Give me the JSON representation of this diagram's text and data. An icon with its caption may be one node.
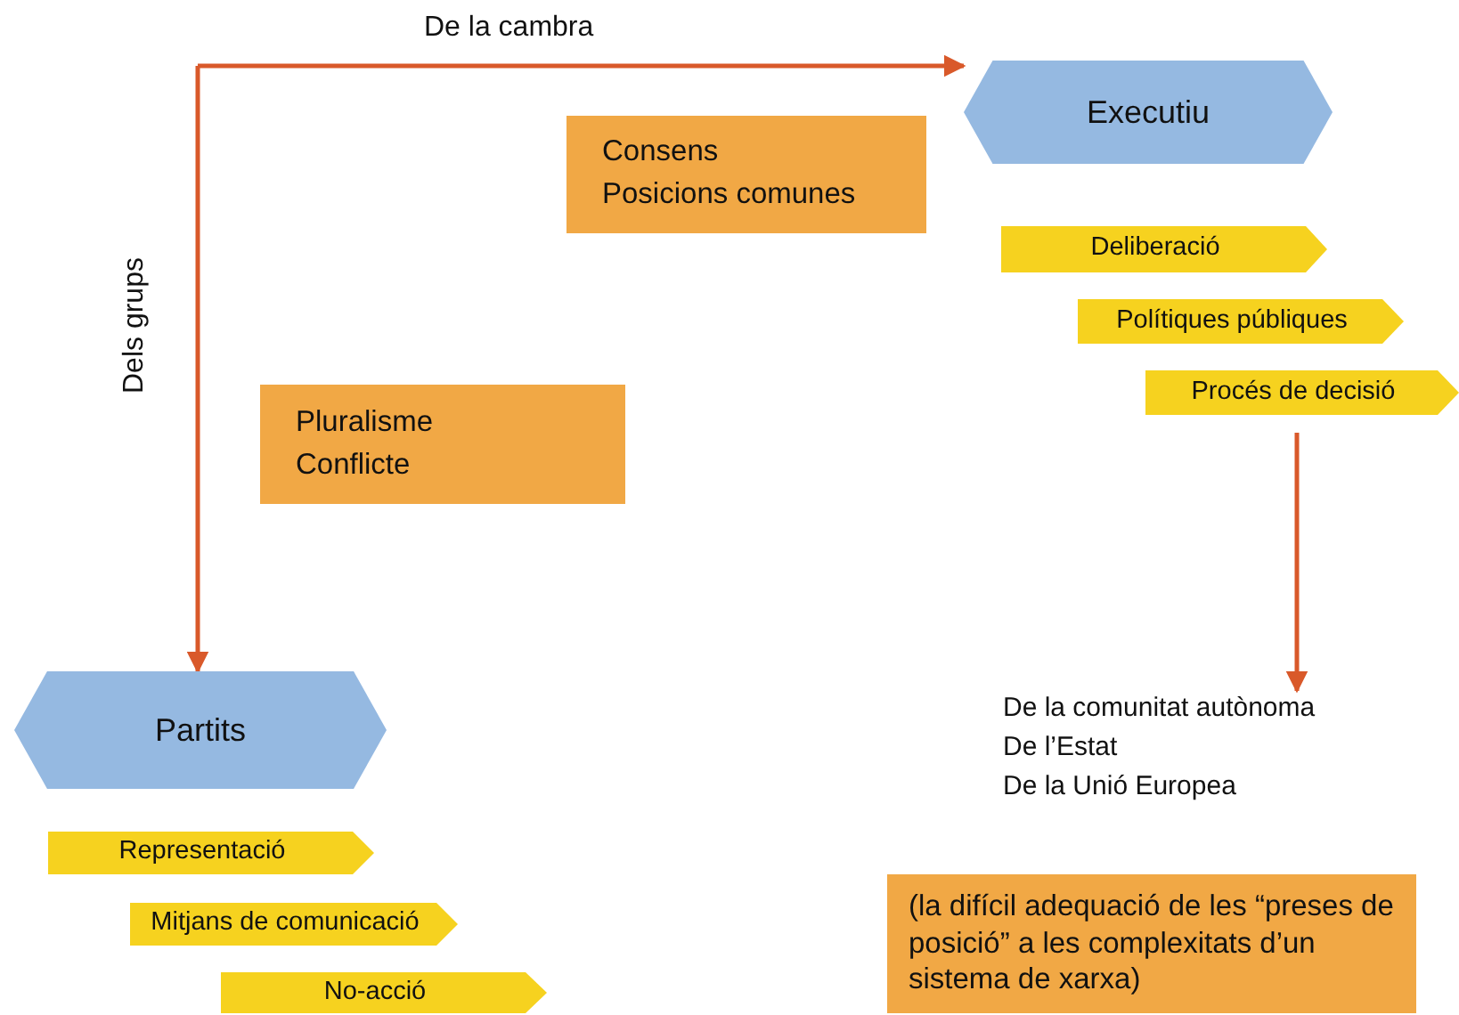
{
  "diagram": {
    "nodes": [
      {
        "text": [
          "Executiu"
        ]
      },
      {
        "text": [
          "Consens",
          "Posicions comunes"
        ]
      },
      {
        "text": [
          "Deliberació"
        ]
      },
      {
        "text": [
          "Polítiques públiques"
        ]
      },
      {
        "text": [
          "Procés de decisió"
        ]
      },
      {
        "text": [
          "Pluralisme",
          "Conflicte"
        ]
      },
      {
        "text": [
          "Partits"
        ]
      },
      {
        "text": [
          "Representació"
        ]
      },
      {
        "text": [
          "Mitjans de comunicació"
        ]
      },
      {
        "text": [
          "No-acció"
        ]
      },
      {
        "text": [
          "De la comunitat autònoma",
          "De l’Estat",
          "De la Unió Europea"
        ]
      },
      {
        "text": [
          "(la difícil adequació de les “preses de posició” a les complexitats d’un sistema de xarxa)"
        ]
      }
    ],
    "edges": [
      {
        "from": null,
        "to": 0,
        "arrow": "to",
        "label": "De la cambra"
      },
      {
        "from": null,
        "to": 6,
        "arrow": "to",
        "label": "Dels grups"
      },
      {
        "from": 4,
        "to": 10,
        "arrow": "to"
      }
    ]
  }
}
